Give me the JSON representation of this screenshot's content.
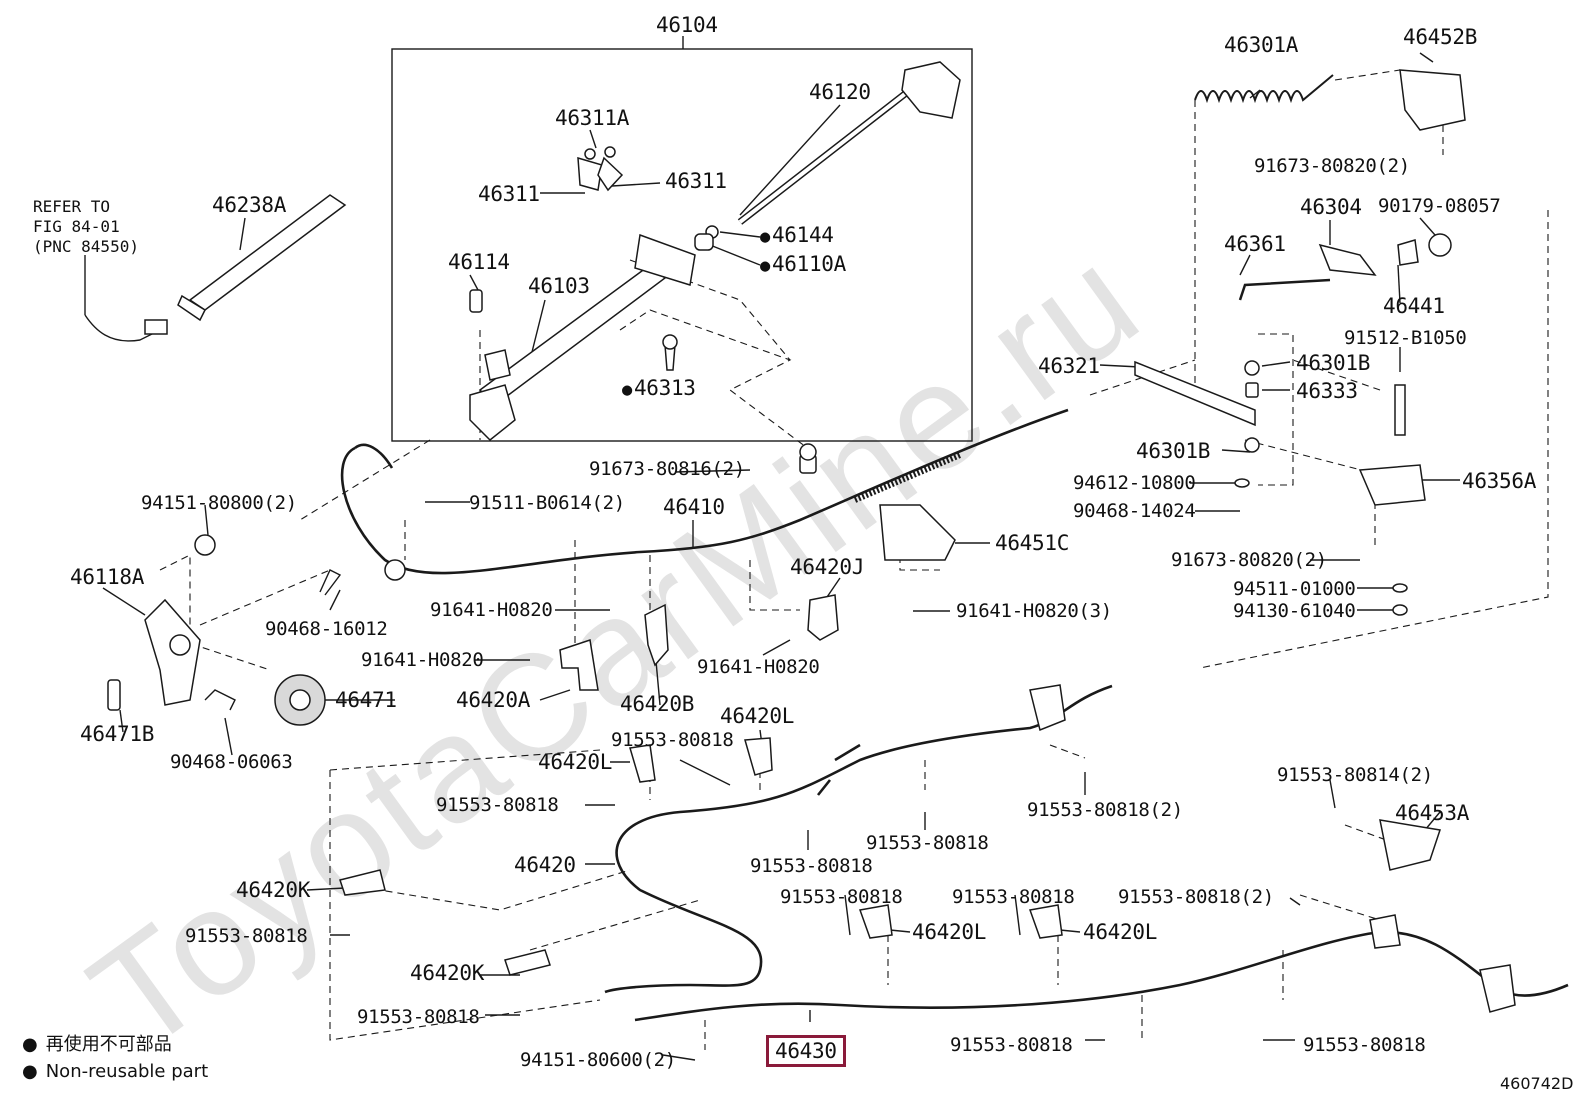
{
  "watermark": "ToyotaCarMine.ru",
  "diagram_id": "460742D",
  "refer_note": "REFER TO\nFIG 84-01\n(PNC 84550)",
  "legend": {
    "jp": "再使用不可部品",
    "en": "Non-reusable part"
  },
  "highlighted_part": "46430",
  "labels": [
    {
      "id": "46104",
      "text": "46104"
    },
    {
      "id": "46120",
      "text": "46120"
    },
    {
      "id": "46311A",
      "text": "46311A"
    },
    {
      "id": "46311-l",
      "text": "46311"
    },
    {
      "id": "46311-r",
      "text": "46311"
    },
    {
      "id": "46144",
      "text": "46144",
      "nonreusable": true
    },
    {
      "id": "46110A",
      "text": "46110A",
      "nonreusable": true
    },
    {
      "id": "46114",
      "text": "46114"
    },
    {
      "id": "46103",
      "text": "46103"
    },
    {
      "id": "46313",
      "text": "46313",
      "nonreusable": true
    },
    {
      "id": "46238A",
      "text": "46238A"
    },
    {
      "id": "46301A",
      "text": "46301A"
    },
    {
      "id": "46452B",
      "text": "46452B"
    },
    {
      "id": "91673-80820-a",
      "text": "91673-80820(2)"
    },
    {
      "id": "46304",
      "text": "46304"
    },
    {
      "id": "90179-08057",
      "text": "90179-08057"
    },
    {
      "id": "46361",
      "text": "46361"
    },
    {
      "id": "46441",
      "text": "46441"
    },
    {
      "id": "91512-B1050",
      "text": "91512-B1050"
    },
    {
      "id": "46321",
      "text": "46321"
    },
    {
      "id": "46301B-a",
      "text": "46301B"
    },
    {
      "id": "46333",
      "text": "46333"
    },
    {
      "id": "46301B-b",
      "text": "46301B"
    },
    {
      "id": "94612-10800",
      "text": "94612-10800"
    },
    {
      "id": "46356A",
      "text": "46356A"
    },
    {
      "id": "90468-14024",
      "text": "90468-14024"
    },
    {
      "id": "91673-80820-b",
      "text": "91673-80820(2)"
    },
    {
      "id": "94511-01000",
      "text": "94511-01000"
    },
    {
      "id": "94130-61040",
      "text": "94130-61040"
    },
    {
      "id": "91673-80816",
      "text": "91673-80816(2)"
    },
    {
      "id": "94151-80800",
      "text": "94151-80800(2)"
    },
    {
      "id": "91511-B0614",
      "text": "91511-B0614(2)"
    },
    {
      "id": "46410",
      "text": "46410"
    },
    {
      "id": "46451C",
      "text": "46451C"
    },
    {
      "id": "46118A",
      "text": "46118A"
    },
    {
      "id": "90468-16012",
      "text": "90468-16012"
    },
    {
      "id": "91641-H0820-a",
      "text": "91641-H0820"
    },
    {
      "id": "46420J",
      "text": "46420J"
    },
    {
      "id": "91641-H0820-3",
      "text": "91641-H0820(3)"
    },
    {
      "id": "91641-H0820-b",
      "text": "91641-H0820"
    },
    {
      "id": "91641-H0820-c",
      "text": "91641-H0820"
    },
    {
      "id": "46471",
      "text": "46471"
    },
    {
      "id": "46420A",
      "text": "46420A"
    },
    {
      "id": "46420B",
      "text": "46420B"
    },
    {
      "id": "46471B",
      "text": "46471B"
    },
    {
      "id": "90468-06063",
      "text": "90468-06063"
    },
    {
      "id": "46420L-top",
      "text": "46420L"
    },
    {
      "id": "91553-80818-a",
      "text": "91553-80818"
    },
    {
      "id": "46420L-left",
      "text": "46420L"
    },
    {
      "id": "91553-80818-b",
      "text": "91553-80818"
    },
    {
      "id": "91553-80818-2-a",
      "text": "91553-80818(2)"
    },
    {
      "id": "91553-80814-2",
      "text": "91553-80814(2)"
    },
    {
      "id": "46453A",
      "text": "46453A"
    },
    {
      "id": "91553-80818-c",
      "text": "91553-80818"
    },
    {
      "id": "91553-80818-d",
      "text": "91553-80818"
    },
    {
      "id": "46420",
      "text": "46420"
    },
    {
      "id": "46420K-a",
      "text": "46420K"
    },
    {
      "id": "91553-80818-e",
      "text": "91553-80818"
    },
    {
      "id": "91553-80818-f",
      "text": "91553-80818"
    },
    {
      "id": "91553-80818-g",
      "text": "91553-80818"
    },
    {
      "id": "46420L-m1",
      "text": "46420L"
    },
    {
      "id": "46420L-m2",
      "text": "46420L"
    },
    {
      "id": "91553-80818-2-b",
      "text": "91553-80818(2)"
    },
    {
      "id": "46420K-b",
      "text": "46420K"
    },
    {
      "id": "91553-80818-h",
      "text": "91553-80818"
    },
    {
      "id": "94151-80600",
      "text": "94151-80600(2)"
    },
    {
      "id": "46430",
      "text": "46430"
    },
    {
      "id": "91553-80818-i",
      "text": "91553-80818"
    },
    {
      "id": "91553-80818-j",
      "text": "91553-80818"
    }
  ]
}
